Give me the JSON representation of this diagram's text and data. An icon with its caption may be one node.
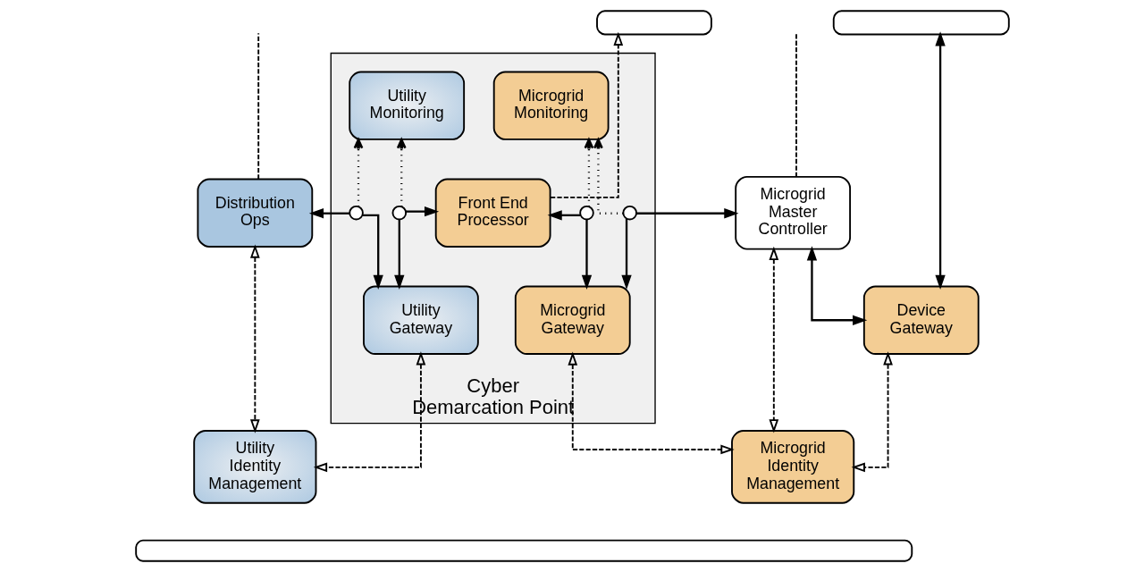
{
  "diagram": {
    "nodes": [
      {
        "text": [],
        "shape": "box"
      },
      {
        "text": [],
        "shape": "box"
      },
      {
        "text": [
          "Cyber Demarcation Point"
        ]
      },
      {
        "text": [
          "Utility Monitoring"
        ],
        "in": 2
      },
      {
        "text": [
          "Microgrid Monitoring"
        ],
        "in": 2
      },
      {
        "text": [
          "Distribution Ops"
        ]
      },
      {
        "text": [],
        "shape": "circle",
        "in": 2
      },
      {
        "text": [],
        "shape": "circle",
        "in": 2
      },
      {
        "text": [
          "Front End Processor"
        ],
        "in": 2
      },
      {
        "text": [],
        "shape": "circle",
        "in": 2
      },
      {
        "text": [],
        "shape": "circle",
        "in": 2
      },
      {
        "text": [
          "Microgrid Master Controller"
        ]
      },
      {
        "text": [
          "Utility Gateway"
        ],
        "in": 2
      },
      {
        "text": [
          "Microgrid Gateway"
        ],
        "in": 2
      },
      {
        "text": [
          "Device Gateway"
        ]
      },
      {
        "text": [
          "Utility Identity Management"
        ]
      },
      {
        "text": [
          "Microgrid Identity Management"
        ]
      },
      {
        "text": [],
        "shape": "box"
      }
    ],
    "edges": [
      {
        "from": 5,
        "to": null,
        "arrow": "none",
        "style": "dashed"
      },
      {
        "from": 8,
        "to": 0,
        "arrow": "to",
        "style": "dashed"
      },
      {
        "from": 11,
        "to": null,
        "arrow": "none",
        "style": "dashed"
      },
      {
        "from": 14,
        "to": 1,
        "arrow": "both"
      },
      {
        "from": 6,
        "to": 5,
        "arrow": "to"
      },
      {
        "from": 6,
        "to": 3,
        "arrow": "to",
        "style": "dashed"
      },
      {
        "from": 6,
        "to": 12,
        "arrow": "to"
      },
      {
        "from": 7,
        "to": 3,
        "arrow": "to",
        "style": "dashed"
      },
      {
        "from": 7,
        "to": 8,
        "arrow": "to"
      },
      {
        "from": 7,
        "to": 12,
        "arrow": "to"
      },
      {
        "from": 9,
        "to": 8,
        "arrow": "to"
      },
      {
        "from": 9,
        "to": 4,
        "arrow": "to",
        "style": "dashed"
      },
      {
        "from": 9,
        "to": 13,
        "arrow": "to"
      },
      {
        "from": 10,
        "to": 4,
        "arrow": "to",
        "style": "dashed"
      },
      {
        "from": 10,
        "to": 11,
        "arrow": "to"
      },
      {
        "from": 10,
        "to": 13,
        "arrow": "to"
      },
      {
        "from": 11,
        "to": 14,
        "arrow": "both"
      },
      {
        "from": 5,
        "to": 15,
        "arrow": "both",
        "style": "dashed"
      },
      {
        "from": 12,
        "to": 15,
        "arrow": "both",
        "style": "dashed"
      },
      {
        "from": 11,
        "to": 16,
        "arrow": "both",
        "style": "dashed"
      },
      {
        "from": 13,
        "to": 16,
        "arrow": "both",
        "style": "dashed"
      },
      {
        "from": 14,
        "to": 16,
        "arrow": "both",
        "style": "dashed"
      }
    ]
  }
}
